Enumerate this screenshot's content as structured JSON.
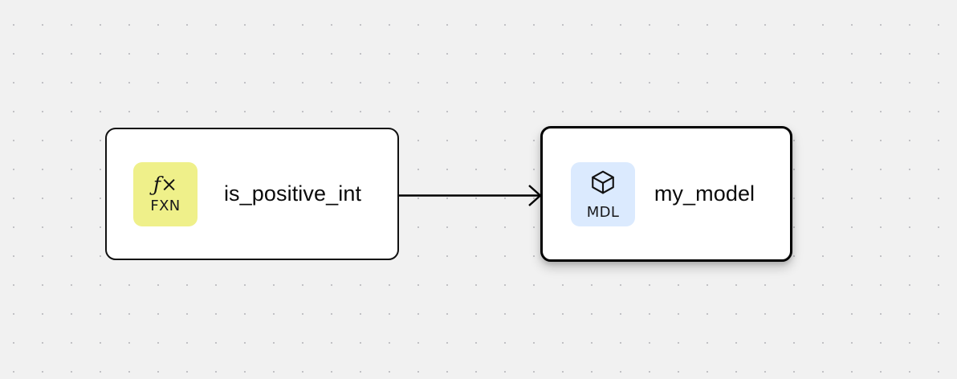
{
  "canvas": {
    "background_color": "#f1f1f1",
    "dot_color": "#c0c0c4",
    "grid_spacing": 36
  },
  "graph": {
    "nodes": [
      {
        "id": "fxn-node",
        "title": "is_positive_int",
        "badge_label": "FXN",
        "badge_glyph": "ƒ×",
        "badge_icon": "function-glyph-icon",
        "badge_color": "#eff08a",
        "border_color": "#111111",
        "selected": false
      },
      {
        "id": "mdl-node",
        "title": "my_model",
        "badge_label": "MDL",
        "badge_glyph": "",
        "badge_icon": "cube-icon",
        "badge_color": "#dbeafe",
        "border_color": "#000000",
        "selected": true
      }
    ],
    "edges": [
      {
        "id": "edge-fxn-to-mdl",
        "from": "fxn-node",
        "to": "mdl-node",
        "color": "#000000",
        "arrowhead": "open-chevron"
      }
    ]
  }
}
